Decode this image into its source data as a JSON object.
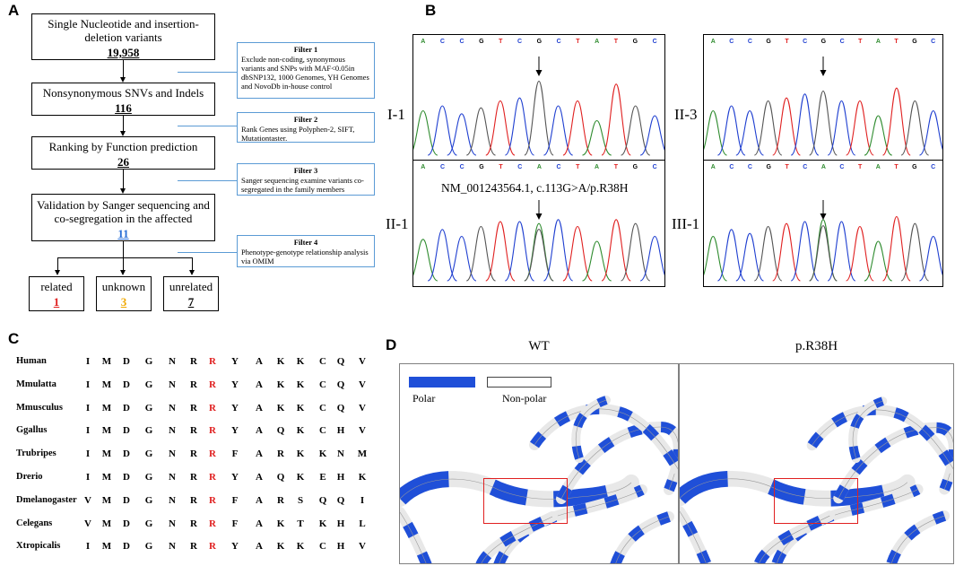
{
  "panels": {
    "A": "A",
    "B": "B",
    "C": "C",
    "D": "D"
  },
  "flow": {
    "boxes": [
      {
        "label": "Single Nucleotide and insertion-deletion variants",
        "count": "19,958"
      },
      {
        "label": "Nonsynonymous SNVs and Indels",
        "count": "116"
      },
      {
        "label": "Ranking by Function prediction",
        "count": "26"
      },
      {
        "label": "Validation by Sanger sequencing and co-segregation in the affected",
        "count": "11"
      }
    ],
    "filters": [
      {
        "title": "Filter 1",
        "text": "Exclude non-coding, synonymous variants and SNPs with MAF<0.05in dbSNP132, 1000 Genomes, YH Genomes and NovoDb in-house control"
      },
      {
        "title": "Filter 2",
        "text": "Rank Genes using Polyphen-2, SIFT, Mutationtaster."
      },
      {
        "title": "Filter 3",
        "text": "Sanger sequencing examine variants co-segregated in the family members"
      },
      {
        "title": "Filter 4",
        "text": "Phenotype-genotype relationship analysis via OMIM"
      }
    ],
    "leaves": [
      {
        "label": "related",
        "count": "1",
        "color": "#e02020"
      },
      {
        "label": "unknown",
        "count": "3",
        "color": "#f0a800"
      },
      {
        "label": "unrelated",
        "count": "7",
        "color": "#000000"
      }
    ],
    "count_color_validation": "#2a6fd6"
  },
  "chromatograms": {
    "bases": [
      "A",
      "C",
      "C",
      "G",
      "T",
      "C",
      "G",
      "C",
      "T",
      "A",
      "T",
      "G",
      "C"
    ],
    "base_colors": {
      "A": "#2e8b2e",
      "C": "#1f3fd0",
      "G": "#000000",
      "T": "#e02020"
    },
    "samples": [
      {
        "id": "I-1"
      },
      {
        "id": "II-3"
      },
      {
        "id": "II-1",
        "bases": [
          "A",
          "C",
          "C",
          "G",
          "T",
          "C",
          "A",
          "C",
          "T",
          "A",
          "T",
          "G",
          "C"
        ]
      },
      {
        "id": "III-1",
        "bases": [
          "A",
          "C",
          "C",
          "G",
          "T",
          "C",
          "A",
          "C",
          "T",
          "A",
          "T",
          "G",
          "C"
        ]
      }
    ],
    "mutation": "NM_001243564.1, c.113G>A/p.R38H"
  },
  "alignment": {
    "species": [
      "Human",
      "Mmulatta",
      "Mmusculus",
      "Ggallus",
      "Trubripes",
      "Drerio",
      "Dmelanogaster",
      "Celegans",
      "Xtropicalis"
    ],
    "rows": [
      [
        "I",
        "M",
        "D",
        "G",
        "N",
        "R",
        "R",
        "Y",
        "A",
        "K",
        "K",
        "C",
        "Q",
        "V"
      ],
      [
        "I",
        "M",
        "D",
        "G",
        "N",
        "R",
        "R",
        "Y",
        "A",
        "K",
        "K",
        "C",
        "Q",
        "V"
      ],
      [
        "I",
        "M",
        "D",
        "G",
        "N",
        "R",
        "R",
        "Y",
        "A",
        "K",
        "K",
        "C",
        "Q",
        "V"
      ],
      [
        "I",
        "M",
        "D",
        "G",
        "N",
        "R",
        "R",
        "Y",
        "A",
        "Q",
        "K",
        "C",
        "H",
        "V"
      ],
      [
        "I",
        "M",
        "D",
        "G",
        "N",
        "R",
        "R",
        "F",
        "A",
        "R",
        "K",
        "K",
        "N",
        "M"
      ],
      [
        "I",
        "M",
        "D",
        "G",
        "N",
        "R",
        "R",
        "Y",
        "A",
        "Q",
        "K",
        "E",
        "H",
        "K"
      ],
      [
        "V",
        "M",
        "D",
        "G",
        "N",
        "R",
        "R",
        "F",
        "A",
        "R",
        "S",
        "Q",
        "Q",
        "I"
      ],
      [
        "V",
        "M",
        "D",
        "G",
        "N",
        "R",
        "R",
        "F",
        "A",
        "K",
        "T",
        "K",
        "H",
        "L"
      ],
      [
        "I",
        "M",
        "D",
        "G",
        "N",
        "R",
        "R",
        "Y",
        "A",
        "K",
        "K",
        "C",
        "H",
        "V"
      ]
    ],
    "highlight_index": 6,
    "highlight_color": "#e02020"
  },
  "structure": {
    "left_title": "WT",
    "right_title": "p.R38H",
    "legend": [
      {
        "label": "Polar",
        "color": "#1f4fd8"
      },
      {
        "label": "Non-polar",
        "color": "#ffffff"
      }
    ],
    "box_color": "#e02020"
  }
}
